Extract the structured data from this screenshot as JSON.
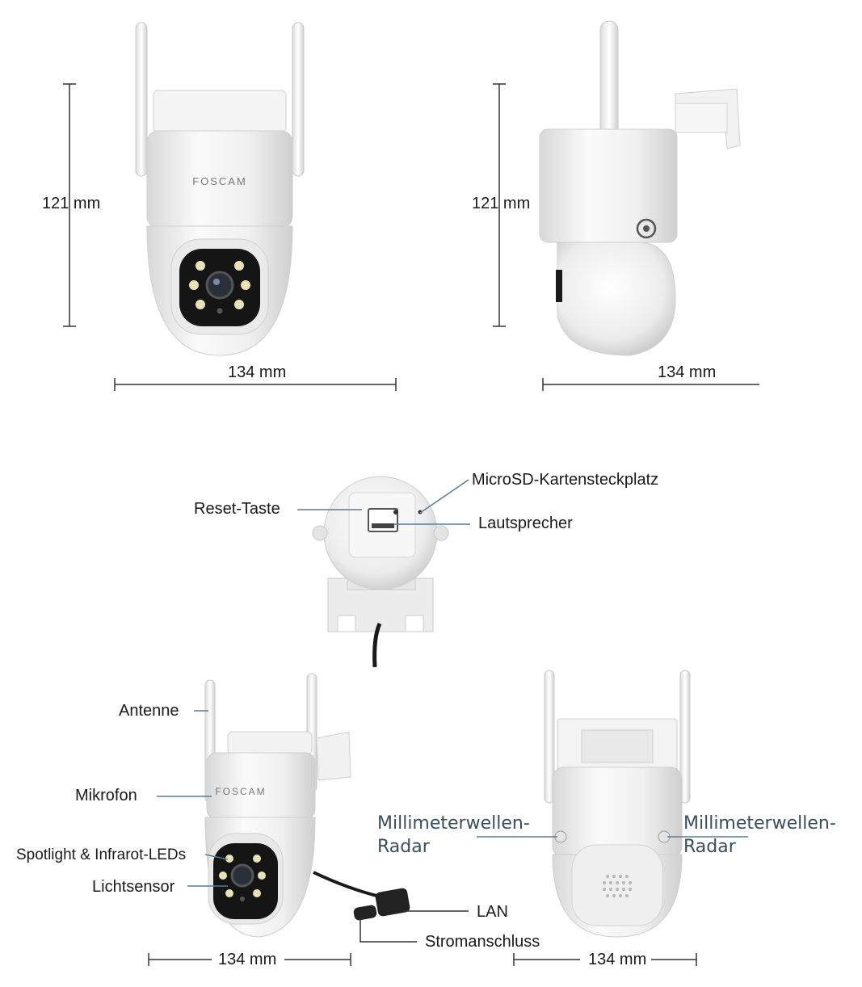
{
  "brand": "FOSCAM",
  "dimensions": {
    "front_height": "121 mm",
    "front_width": "134 mm",
    "side_height": "121 mm",
    "side_width": "134 mm",
    "bottom_left_width": "134 mm",
    "bottom_right_width": "134 mm"
  },
  "callouts": {
    "microsd": "MicroSD-Kartensteckplatz",
    "reset": "Reset-Taste",
    "speaker": "Lautsprecher",
    "antenna": "Antenne",
    "microphone": "Mikrofon",
    "spotlight": "Spotlight & Infrarot-LEDs",
    "light_sensor": "Lichtsensor",
    "lan": "LAN",
    "power": "Stromanschluss",
    "radar_left_1": "Millimeterwellen-",
    "radar_left_2": "Radar",
    "radar_right_1": "Millimeterwellen-",
    "radar_right_2": "Radar"
  },
  "colors": {
    "body": "#f3f3f3",
    "shade": "#d9d9d9",
    "line": "#333333",
    "accent_line": "#5a7a95",
    "lens": "#111111",
    "led": "#e8e0b0"
  }
}
